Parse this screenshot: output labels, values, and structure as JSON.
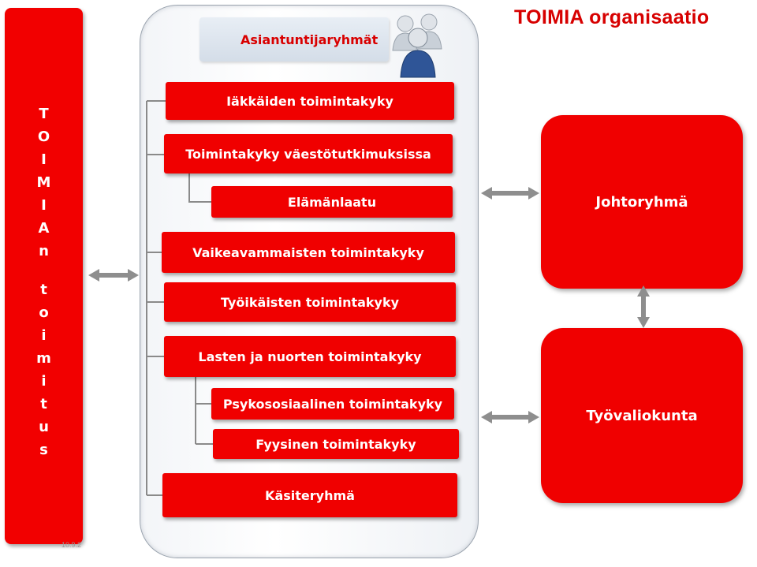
{
  "title": "TOIMIA organisaatio",
  "date_fragment": "10.9.2",
  "vertical_label_1": [
    "T",
    "O",
    "I",
    "M",
    "I",
    "A",
    "n"
  ],
  "vertical_label_2": [
    "t",
    "o",
    "i",
    "m",
    "i",
    "t",
    "u",
    "s"
  ],
  "expert_groups_label": "Asiantuntijaryhmät",
  "boxes": {
    "iakkaiden": "Iäkkäiden toimintakyky",
    "vaestotutkimus": "Toimintakyky väestötutkimuksissa",
    "elamanlaatu": "Elämänlaatu",
    "vaikeavammaisten": "Vaikeavammaisten toimintakyky",
    "tyoikaisten": "Työikäisten toimintakyky",
    "lasten": "Lasten ja nuorten toimintakyky",
    "psykososiaalinen": "Psykososiaalinen toimintakyky",
    "fyysinen": "Fyysinen toimintakyky",
    "kasiteryhma": "Käsiteryhmä"
  },
  "johtoryhma": "Johtoryhmä",
  "tyovaliokunta": "Työvaliokunta",
  "colors": {
    "red": "#f00000",
    "title_red": "#d70000",
    "arrow_gray": "#8e8e8e"
  }
}
